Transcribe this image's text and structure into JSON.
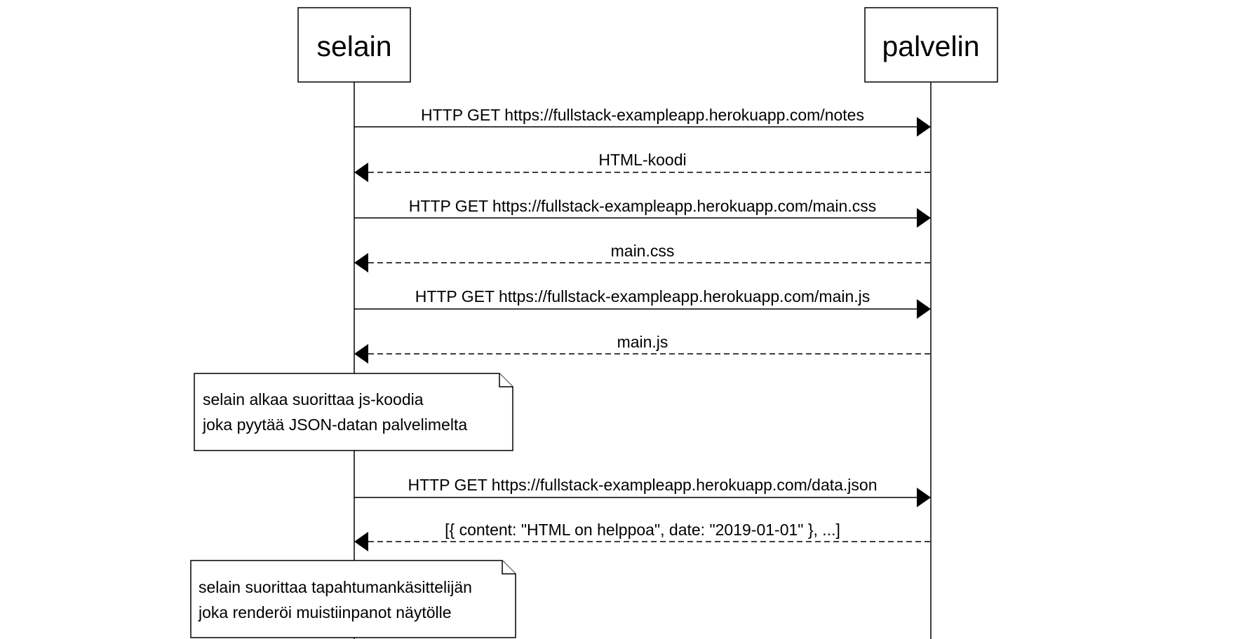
{
  "participants": [
    {
      "id": "selain",
      "label": "selain"
    },
    {
      "id": "palvelin",
      "label": "palvelin"
    }
  ],
  "messages": [
    {
      "from": "selain",
      "to": "palvelin",
      "style": "solid",
      "label": "HTTP GET https://fullstack-exampleapp.herokuapp.com/notes"
    },
    {
      "from": "palvelin",
      "to": "selain",
      "style": "dashed",
      "label": "HTML-koodi"
    },
    {
      "from": "selain",
      "to": "palvelin",
      "style": "solid",
      "label": "HTTP GET https://fullstack-exampleapp.herokuapp.com/main.css"
    },
    {
      "from": "palvelin",
      "to": "selain",
      "style": "dashed",
      "label": "main.css"
    },
    {
      "from": "selain",
      "to": "palvelin",
      "style": "solid",
      "label": "HTTP GET https://fullstack-exampleapp.herokuapp.com/main.js"
    },
    {
      "from": "palvelin",
      "to": "selain",
      "style": "dashed",
      "label": "main.js"
    },
    {
      "from": "selain",
      "to": "palvelin",
      "style": "solid",
      "label": "HTTP GET https://fullstack-exampleapp.herokuapp.com/data.json"
    },
    {
      "from": "palvelin",
      "to": "selain",
      "style": "dashed",
      "label": "[{ content: \"HTML on helppoa\", date: \"2019-01-01\" }, ...]"
    }
  ],
  "notes": [
    {
      "on": "selain",
      "lines": [
        "selain alkaa suorittaa js-koodia",
        "joka pyytää JSON-datan palvelimelta"
      ]
    },
    {
      "on": "selain",
      "lines": [
        "selain suorittaa tapahtumankäsittelijän",
        "joka renderöi muistiinpanot näytölle"
      ]
    }
  ]
}
